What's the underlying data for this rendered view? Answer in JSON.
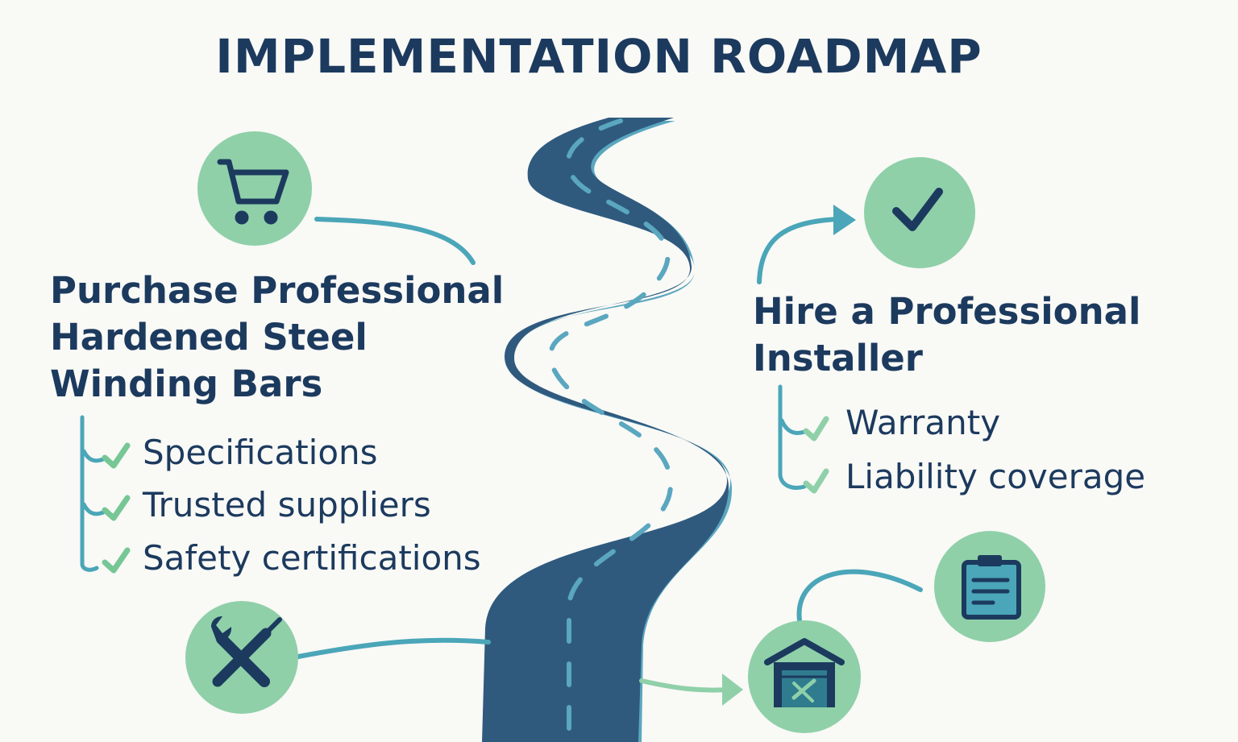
{
  "title": "IMPLEMENTATION ROADMAP",
  "left_step": {
    "heading_lines": [
      "Purchase Professional",
      "Hardened Steel",
      "Winding Bars"
    ],
    "icon": "shopping-cart-icon",
    "items": [
      "Specifications",
      "Trusted suppliers",
      "Safety certifications"
    ]
  },
  "right_step": {
    "heading_lines": [
      "Hire a Professional",
      "Installer"
    ],
    "icon": "checkmark-icon",
    "items": [
      "Warranty",
      "Liability coverage"
    ]
  },
  "bottom_icons": {
    "left": "tools-icon",
    "middle": "garage-icon",
    "right": "clipboard-icon"
  },
  "colors": {
    "navy": "#1c3a5e",
    "road": "#2f5a7e",
    "road_edge": "#5aa7bf",
    "teal": "#4aa6b8",
    "mint": "#8fd0a9",
    "check_green": "#76c795",
    "background": "#f9f9f6"
  }
}
